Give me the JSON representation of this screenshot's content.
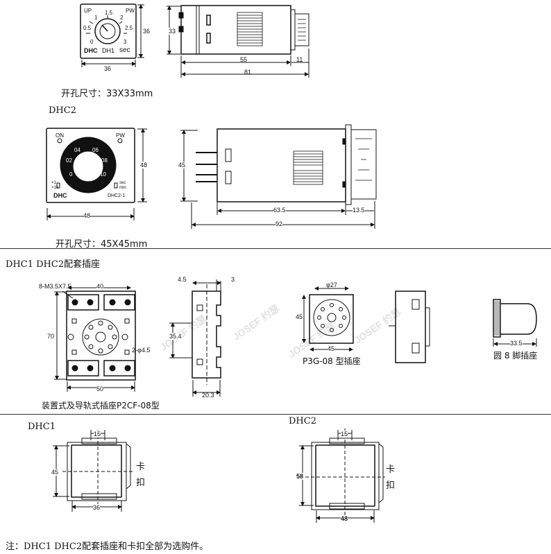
{
  "section1": {
    "front_dims": {
      "height": "36",
      "width": "36"
    },
    "side_dims": {
      "height": "33",
      "body": "55",
      "tail": "11",
      "total": "81"
    },
    "dial_labels": {
      "top_left": "UP",
      "pw": "PW",
      "v1": "1",
      "v15": "1.5",
      "v2": "2",
      "v05": "0.5",
      "v25": "2.5",
      "v0": "0",
      "v3": "3"
    },
    "brand": "DHC",
    "model": "DH1",
    "unit": "sec",
    "cutout_label": "开孔尺寸：",
    "cutout_value": "33X33mm"
  },
  "section2": {
    "title": "DHC2",
    "front_dims": {
      "height": "48",
      "width": "48"
    },
    "side_dims": {
      "height": "45",
      "body": "63.5",
      "tail": "13.5",
      "total": "92"
    },
    "labels": {
      "on": "ON",
      "pw": "PW",
      "sec": "sec",
      "min": "min",
      "x1": "×1",
      "x10": "×10",
      "model": "DHC2-1"
    },
    "dial_ticks": [
      "04",
      "06",
      "02",
      "08",
      "0",
      "10"
    ],
    "brand": "DHC",
    "cutout_label": "开孔尺寸：",
    "cutout_value": "45X45mm"
  },
  "section3": {
    "title": "DHC1 DHC2配套插座",
    "socket1": {
      "screw_spec": "8-M3.5X7.5",
      "width_top": "40",
      "height": "70",
      "width_bottom": "50",
      "hole": "2-φ4.5",
      "side_height": "35.4",
      "side_w1": "4.5",
      "side_w2": "3",
      "side_depth": "20.3",
      "caption": "装置式及导轨式插座P2CF-08型"
    },
    "socket2": {
      "dia": "φ27",
      "height": "45",
      "width": "45",
      "caption": "P3G-08 型插座"
    },
    "socket3": {
      "width": "33.5",
      "caption": "圆 8 脚插座"
    },
    "watermark": "JOSEF 约瑟"
  },
  "section4": {
    "clip1": {
      "title": "DHC1",
      "top": "15",
      "height": "45",
      "width": "36",
      "k1": "卡",
      "k2": "扣"
    },
    "clip2": {
      "title": "DHC2",
      "top": "15",
      "height": "58",
      "width": "48",
      "k1": "卡",
      "k2": "扣"
    }
  },
  "note": "注：DHC1 DHC2配套插座和卡扣全部为选购件。"
}
